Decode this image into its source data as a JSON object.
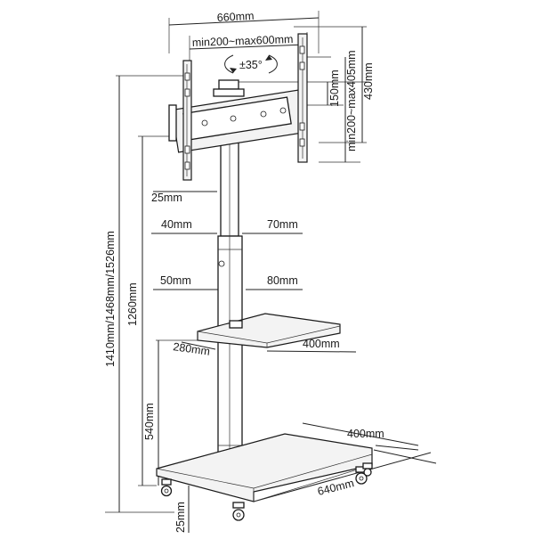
{
  "labels": {
    "w660": "660mm",
    "vesa_w": "min200~max600mm",
    "rot": "±35°",
    "h150": "150mm",
    "vesa_h": "min200~max405mm",
    "h430": "430mm",
    "d25_top": "25mm",
    "d40": "40mm",
    "d70": "70mm",
    "d50": "50mm",
    "d80": "80mm",
    "shelf_d": "280mm",
    "shelf_w": "400mm",
    "total_h": "1410mm/1468mm/1526mm",
    "h1260": "1260mm",
    "h540": "540mm",
    "base_d": "400mm",
    "base_w": "640mm",
    "d25_bottom": "25mm"
  }
}
